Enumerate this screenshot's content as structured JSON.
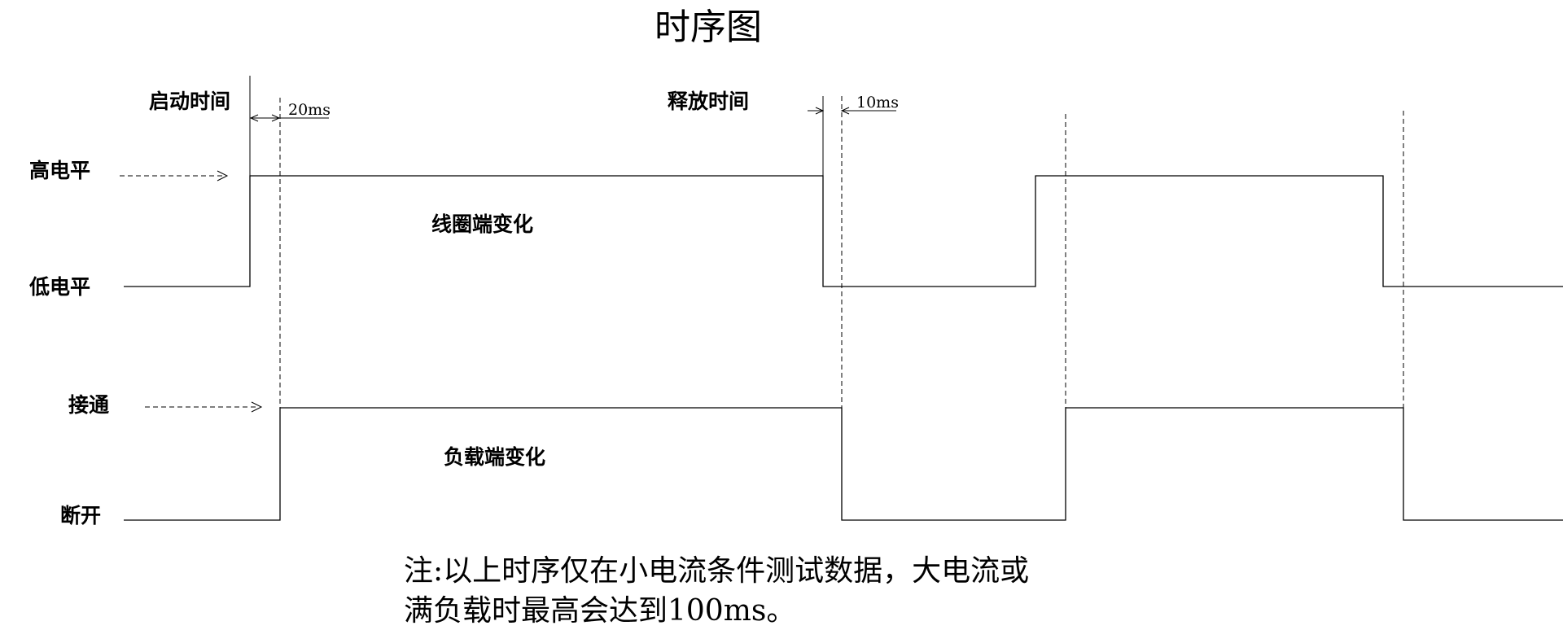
{
  "title": "时序图",
  "coil": {
    "high_label": "高电平",
    "low_label": "低电平",
    "section_label": "线圈端变化"
  },
  "load": {
    "on_label": "接通",
    "off_label": "断开",
    "section_label": "负载端变化"
  },
  "start": {
    "label": "启动时间",
    "delay": "20ms"
  },
  "release": {
    "label": "释放时间",
    "delay": "10ms"
  },
  "note": {
    "line1": "注:以上时序仅在小电流条件测试数据，大电流或",
    "line2": "满负载时最高会达到100ms。"
  }
}
